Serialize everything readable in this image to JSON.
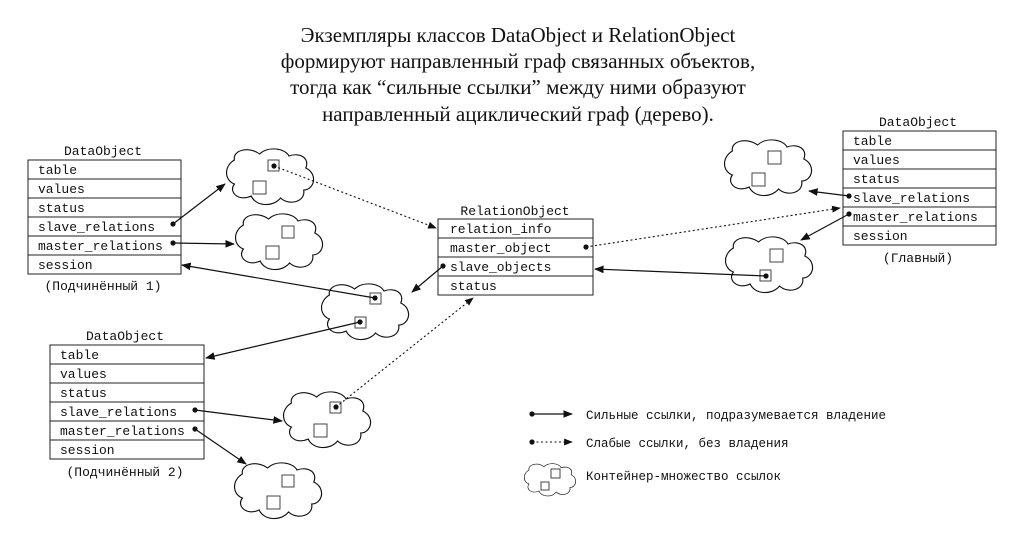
{
  "title": {
    "line1": "Экземпляры классов DataObject и RelationObject",
    "line2": "формируют направленный граф связанных объектов,",
    "line3": "тогда как “сильные ссылки” между ними образуют",
    "line4": "направленный ациклический граф (дерево)."
  },
  "main_object": {
    "class_name": "DataObject",
    "fields": [
      "table",
      "values",
      "status",
      "slave_relations",
      "master_relations",
      "session"
    ],
    "caption": "(Главный)"
  },
  "relation_object": {
    "class_name": "RelationObject",
    "fields": [
      "relation_info",
      "master_object",
      "slave_objects",
      "status"
    ]
  },
  "slave1": {
    "class_name": "DataObject",
    "fields": [
      "table",
      "values",
      "status",
      "slave_relations",
      "master_relations",
      "session"
    ],
    "caption": "(Подчинённый 1)"
  },
  "slave2": {
    "class_name": "DataObject",
    "fields": [
      "table",
      "values",
      "status",
      "slave_relations",
      "master_relations",
      "session"
    ],
    "caption": "(Подчинённый 2)"
  },
  "legend": {
    "strong": "Сильные ссылки, подразумевается владение",
    "weak": "Слабые ссылки, без владения",
    "container": "Контейнер-множество ссылок"
  }
}
